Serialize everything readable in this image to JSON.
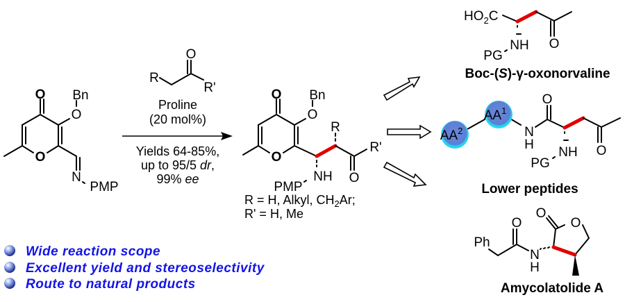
{
  "starting_material": {
    "carbonyl_o": "O",
    "ring_o": "O",
    "ether_o": "O",
    "bn": "Bn",
    "n": "N",
    "pmp": "PMP"
  },
  "reagent": {
    "r": "R",
    "o": "O",
    "r_prime": "R'",
    "catalyst": "Proline",
    "loading": "(20 mol%)",
    "yields": "Yields 64-85%,",
    "dr_prefix": "up to 95/5 ",
    "dr": "dr",
    "dr_suffix": ",",
    "ee_prefix": "99% ",
    "ee": "ee"
  },
  "product": {
    "carbonyl_o": "O",
    "ring_o": "O",
    "ether_o": "O",
    "bn": "Bn",
    "r": "R",
    "r_prime": "R'",
    "ketone_o": "O",
    "nh": "NH",
    "pmp": "PMP",
    "scope_line1_a": "R = H, Alkyl, CH",
    "scope_line1_sub": "2",
    "scope_line1_b": "Ar;",
    "scope_line2": "R' = H, Me"
  },
  "target1": {
    "ho": "HO",
    "sub": "2",
    "c": "C",
    "nh": "NH",
    "pg": "PG",
    "o": "O",
    "name_a": "Boc-(",
    "name_s": "S",
    "name_b": ")-γ-oxonorvaline"
  },
  "target2": {
    "aa2": "AA",
    "aa2_sup": "2",
    "aa1": "AA",
    "aa1_sup": "1",
    "n": "N",
    "h": "H",
    "amide_o": "O",
    "nh": "NH",
    "pg": "PG",
    "ketone_o": "O",
    "name": "Lower peptides"
  },
  "target3": {
    "ph": "Ph",
    "amide_o": "O",
    "n": "N",
    "h": "H",
    "lactone_o": "O",
    "ring_o": "O",
    "name": "Amycolatolide A"
  },
  "highlights": [
    "Wide reaction scope",
    "Excellent yield and stereoselectivity",
    "Route to natural products"
  ],
  "colors": {
    "new_bond": "#e00000",
    "highlight_text": "#1414e6",
    "bead_fill": "#5b7fd6",
    "bead_glow": "#22d8f0"
  }
}
